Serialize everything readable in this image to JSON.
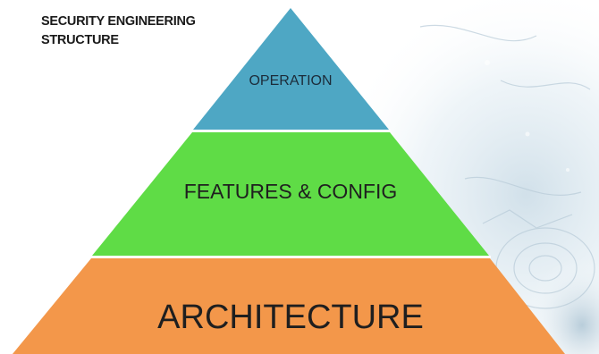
{
  "heading": {
    "line1": "SECURITY ENGINEERING",
    "line2": "STRUCTURE"
  },
  "pyramid": {
    "tiers": [
      {
        "label": "OPERATION",
        "color": "#4ea7c4"
      },
      {
        "label": "FEATURES & CONFIG",
        "color": "#5fdc46"
      },
      {
        "label": "ARCHITECTURE",
        "color": "#f3974a"
      }
    ]
  },
  "colors": {
    "background": "#ffffff",
    "text": "#1a1a1a",
    "divider": "#ffffff"
  }
}
